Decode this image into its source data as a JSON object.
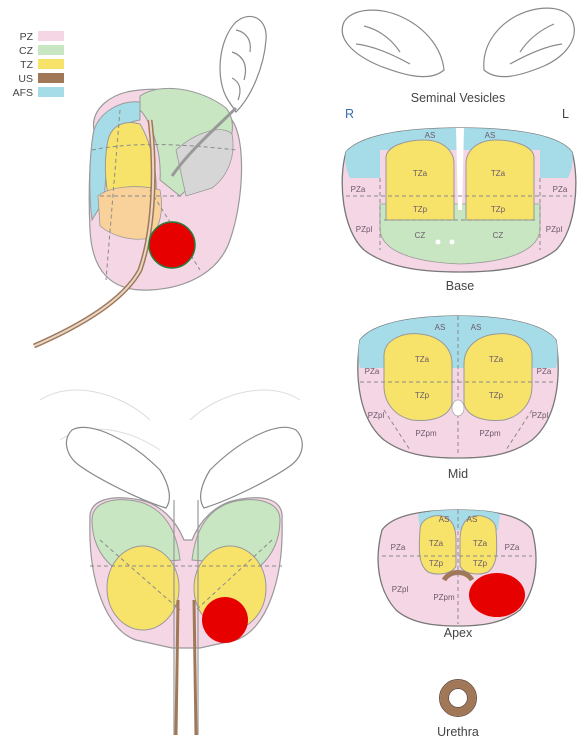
{
  "legend": [
    {
      "label": "PZ",
      "color": "#f5d6e4"
    },
    {
      "label": "CZ",
      "color": "#c8e6c2"
    },
    {
      "label": "TZ",
      "color": "#f7e36a"
    },
    {
      "label": "US",
      "color": "#a07858"
    },
    {
      "label": "AFS",
      "color": "#a6dbe8"
    }
  ],
  "labels": {
    "seminal_vesicles": "Seminal Vesicles",
    "right": "R",
    "left": "L",
    "base": "Base",
    "mid": "Mid",
    "apex": "Apex",
    "urethra": "Urethra"
  },
  "zones": {
    "as": "AS",
    "tza": "TZa",
    "tzp": "TZp",
    "cz": "CZ",
    "pza": "PZa",
    "pzpl": "PZpl",
    "pzpm": "PZpm"
  },
  "colors": {
    "pz": "#f5d6e4",
    "cz": "#c8e6c2",
    "tz": "#f7e36a",
    "afs": "#a6dbe8",
    "us": "#a07858",
    "lesion": "#e60000"
  }
}
